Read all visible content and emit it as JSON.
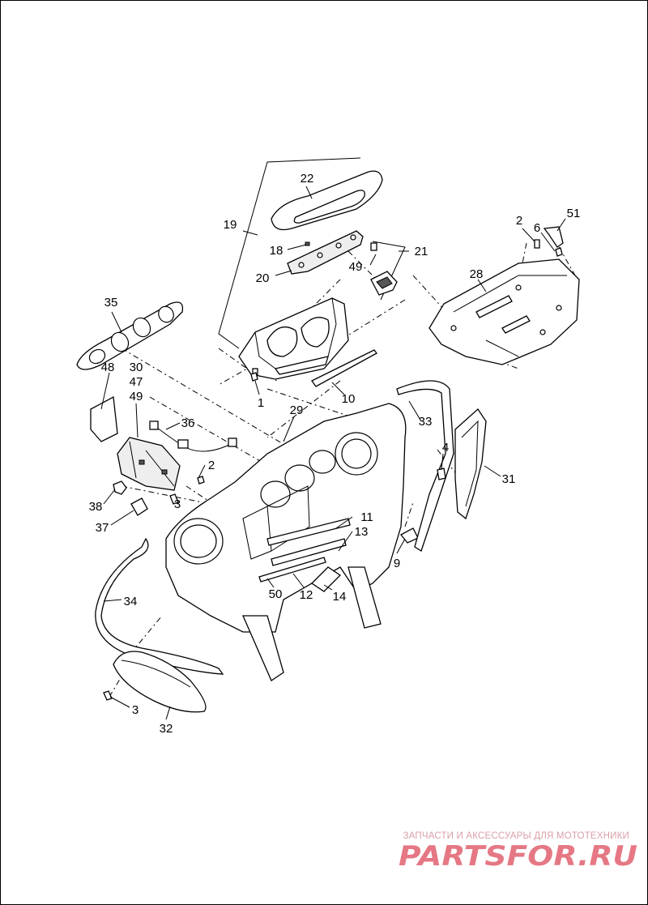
{
  "diagram": {
    "callouts": {
      "c22": "22",
      "c19": "19",
      "c18": "18",
      "c20": "20",
      "c21": "21",
      "c49a": "49",
      "c2a": "2",
      "c6": "6",
      "c51": "51",
      "c28": "28",
      "c35": "35",
      "c1": "1",
      "c10": "10",
      "c48": "48",
      "c30": "30",
      "c47": "47",
      "c49b": "49",
      "c36": "36",
      "c2b": "2",
      "c29": "29",
      "c33": "33",
      "c4": "4",
      "c31": "31",
      "c38": "38",
      "c3a": "3",
      "c37": "37",
      "c11": "11",
      "c13": "13",
      "c9": "9",
      "c34": "34",
      "c50": "50",
      "c12": "12",
      "c14": "14",
      "c3b": "3",
      "c32": "32"
    }
  },
  "watermark": {
    "subtitle": "ЗАПЧАСТИ И АКСЕССУАРЫ ДЛЯ МОТОТЕХНИКИ",
    "logo": "PARTSFOR.RU"
  }
}
